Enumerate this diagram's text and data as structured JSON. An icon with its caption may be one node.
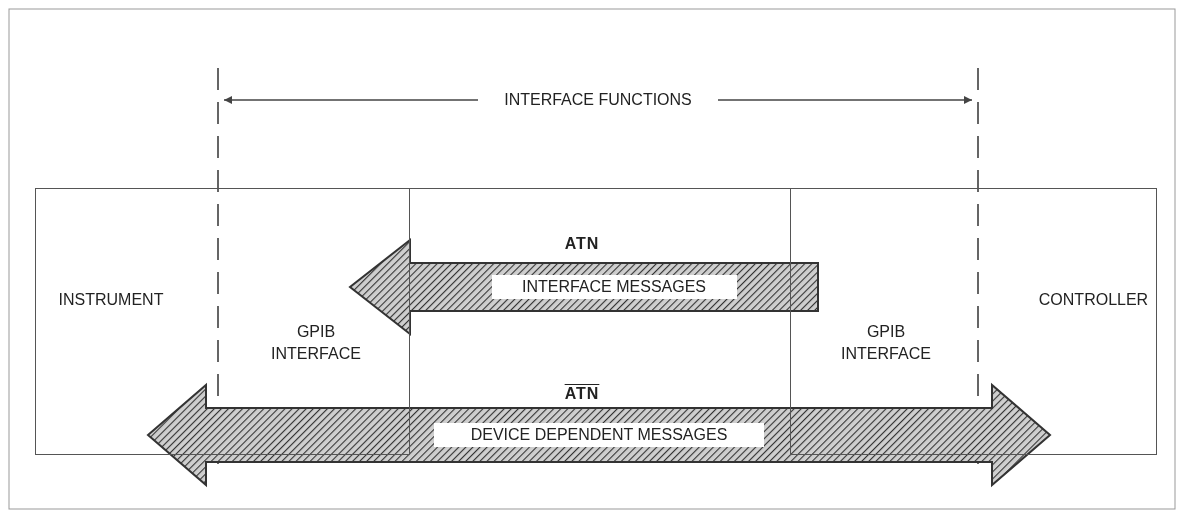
{
  "diagram": {
    "nodes": [
      {
        "text": [
          "INSTRUMENT"
        ]
      },
      {
        "text": [
          "GPIB INTERFACE"
        ],
        "in": 0
      },
      {
        "text": [],
        "shape": "box"
      },
      {
        "text": [
          "CONTROLLER"
        ]
      },
      {
        "text": [
          "GPIB INTERFACE"
        ],
        "in": 3
      }
    ],
    "edges": [
      {
        "from": 4,
        "to": 1,
        "arrow": "to",
        "label": "INTERFACE MESSAGES",
        "style": "thick"
      },
      {
        "from": 0,
        "to": 3,
        "arrow": "both",
        "label": "DEVICE DEPENDENT MESSAGES",
        "style": "thick"
      }
    ],
    "labels": [
      "INTERFACE FUNCTIONS",
      "ATN",
      "ATN"
    ]
  }
}
